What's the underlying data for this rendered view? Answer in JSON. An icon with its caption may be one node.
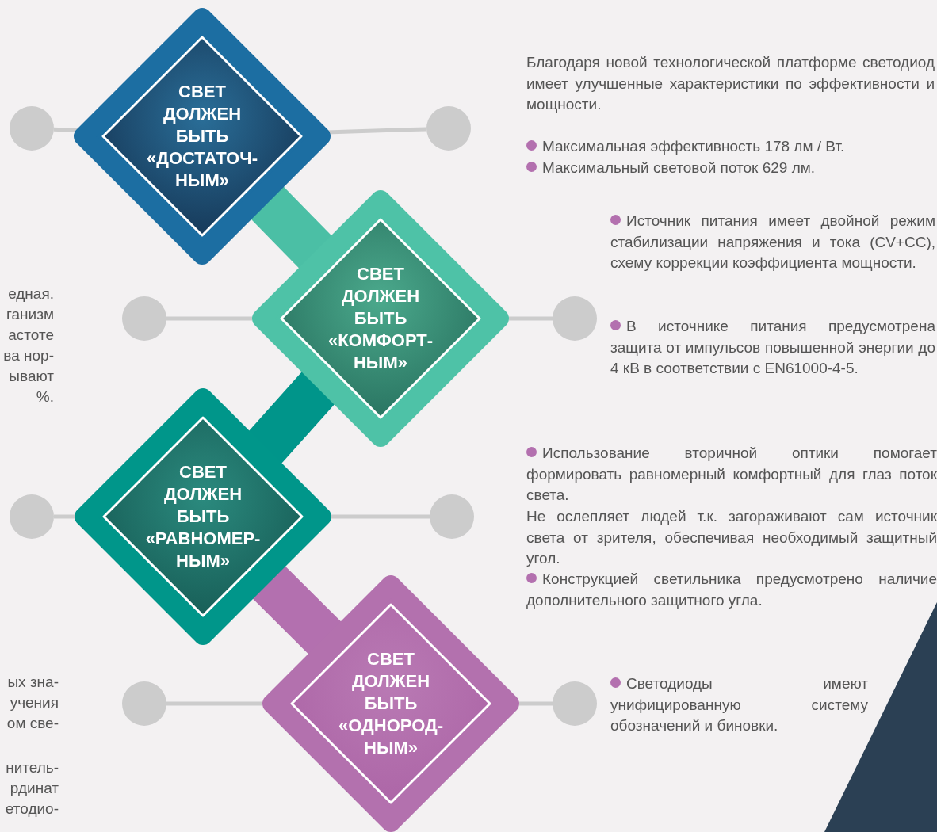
{
  "diagram": {
    "nodes": [
      {
        "text": [
          "СВЕТ ДОЛЖЕН БЫТЬ «ДОСТАТОЧ- НЫМ»"
        ]
      },
      {
        "text": [
          "СВЕТ ДОЛЖЕН БЫТЬ «КОМФОРТ- НЫМ»"
        ]
      },
      {
        "text": [
          "СВЕТ ДОЛЖЕН БЫТЬ «РАВНОМЕР- НЫМ»"
        ]
      },
      {
        "text": [
          "СВЕТ ДОЛЖЕН БЫТЬ «ОДНОРОД- НЫМ»"
        ]
      },
      {
        "text": [],
        "shape": "circle"
      },
      {
        "text": [],
        "shape": "circle"
      },
      {
        "text": [],
        "shape": "circle"
      },
      {
        "text": [],
        "shape": "circle"
      },
      {
        "text": [],
        "shape": "circle"
      },
      {
        "text": [],
        "shape": "circle"
      },
      {
        "text": [],
        "shape": "circle"
      },
      {
        "text": [],
        "shape": "circle"
      }
    ],
    "edges": [
      {
        "from": 0,
        "to": 1,
        "arrow": "none",
        "style": "thick",
        "color": "#4bbfa5"
      },
      {
        "from": 1,
        "to": 2,
        "arrow": "none",
        "style": "thick",
        "color": "#00958a"
      },
      {
        "from": 2,
        "to": 3,
        "arrow": "none",
        "style": "thick",
        "color": "#b370af"
      },
      {
        "from": 4,
        "to": 0,
        "arrow": "none"
      },
      {
        "from": 0,
        "to": 5,
        "arrow": "none"
      },
      {
        "from": 6,
        "to": 1,
        "arrow": "none"
      },
      {
        "from": 1,
        "to": 7,
        "arrow": "none"
      },
      {
        "from": 8,
        "to": 2,
        "arrow": "none"
      },
      {
        "from": 2,
        "to": 9,
        "arrow": "none"
      },
      {
        "from": 10,
        "to": 3,
        "arrow": "none"
      },
      {
        "from": 3,
        "to": 11,
        "arrow": "none"
      }
    ],
    "labels": [
      "Благодаря новой технологической платформе светодиод имеет улучшенные характеристики по эффективности и мощности.",
      "Максимальная эффективность 178 лм / Вт.",
      "Максимальный световой поток 629 лм.",
      "Источник питания имеет двойной режим стабилизации напряжения и тока (CV+CC), схему коррекции коэффициента мощности.",
      "В источнике питания предусмотрена защита от импульсов повышенной энергии до 4 кВ в соответствии с EN61000-4-5.",
      "едная.",
      "ганизм",
      "астоте",
      "ва нор-",
      "ывают",
      "%.",
      "Использование вторичной оптики помогает формировать равномерный комфортный для глаз поток света.",
      "Не ослепляет людей т.к. загораживают сам источник света от зрителя, обеспечивая необходимый защитный угол.",
      "Конструкцией светильника предусмотрено наличие дополнительного защитного угла.",
      "ых зна-",
      "учения",
      "ом све-",
      "нитель-",
      "рдинат",
      "етодио-",
      "Светодиоды имеют унифицированную систему обозначений и биновки."
    ]
  }
}
